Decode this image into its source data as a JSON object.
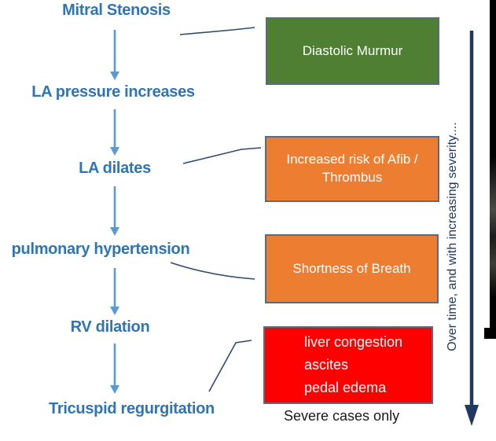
{
  "title": "Mitral Stenosis progression flowchart",
  "colors": {
    "node_text": "#2E75B6",
    "flow_arrow": "#5B9BD5",
    "connector": "#2F4B6E",
    "severity_arrow": "#1F3864",
    "green_box": "#4E7F33",
    "orange_box": "#ED7D31",
    "red_box": "#FF0000",
    "box_border": "#5B6B7F",
    "caption_text": "#1A1A1A"
  },
  "flowchart": {
    "nodes": [
      {
        "label": "Mitral Stenosis"
      },
      {
        "label": "LA pressure increases"
      },
      {
        "label": "LA dilates"
      },
      {
        "label": "pulmonary hypertension"
      },
      {
        "label": "RV dilation"
      },
      {
        "label": "Tricuspid regurgitation"
      }
    ]
  },
  "boxes": [
    {
      "label": "Diastolic Murmur",
      "color": "green"
    },
    {
      "label": "Increased risk of Afib / Thrombus",
      "line1": "Increased risk of Afib /",
      "line2": "Thrombus",
      "color": "orange"
    },
    {
      "label": "Shortness of Breath",
      "color": "orange"
    },
    {
      "color": "red",
      "lines": [
        "liver congestion",
        "ascites",
        "pedal edema"
      ]
    }
  ],
  "caption": "Severe cases only",
  "severity_axis": {
    "label": "Over time, and with increasing severity...."
  }
}
